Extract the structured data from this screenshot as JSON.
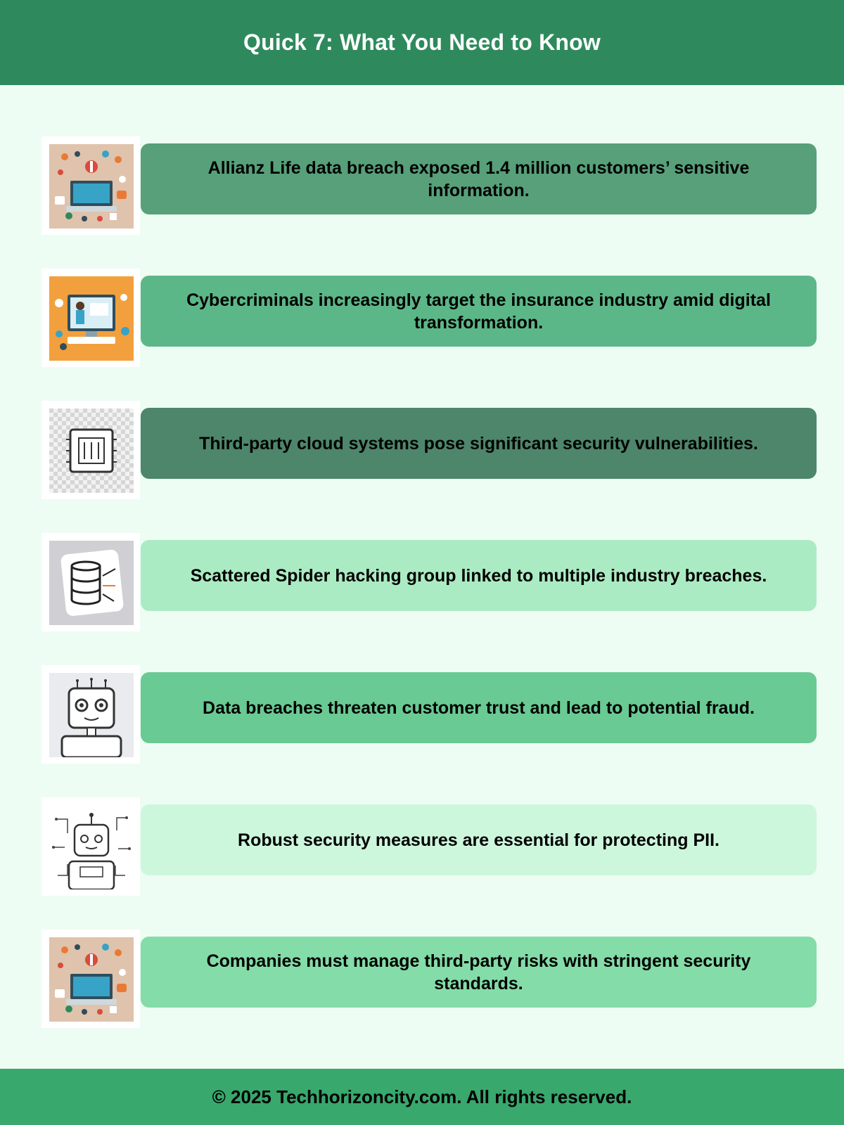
{
  "header": {
    "title": "Quick 7: What You Need to Know"
  },
  "items": [
    {
      "text": "Allianz Life data breach exposed 1.4 million customers’ sensitive information.",
      "color": "#57a07a",
      "icon": "laptop-apps-icon"
    },
    {
      "text": "Cybercriminals increasingly target the insurance industry amid digital transformation.",
      "color": "#5cb788",
      "icon": "monitor-person-icon"
    },
    {
      "text": "Third-party cloud systems pose significant security vulnerabilities.",
      "color": "#4d866b",
      "icon": "chip-icon"
    },
    {
      "text": "Scattered Spider hacking group linked to multiple industry breaches.",
      "color": "#abebc3",
      "icon": "database-icon"
    },
    {
      "text": "Data breaches threaten customer trust and lead to potential fraud.",
      "color": "#6aca93",
      "icon": "robot-icon"
    },
    {
      "text": "Robust security measures are essential for protecting PII.",
      "color": "#cdf7dd",
      "icon": "robot-circuit-icon"
    },
    {
      "text": "Companies must manage third-party risks with stringent security standards.",
      "color": "#84dca8",
      "icon": "laptop-apps-icon"
    }
  ],
  "footer": {
    "copyright": "© 2025 Techhorizoncity.com. All rights reserved."
  }
}
